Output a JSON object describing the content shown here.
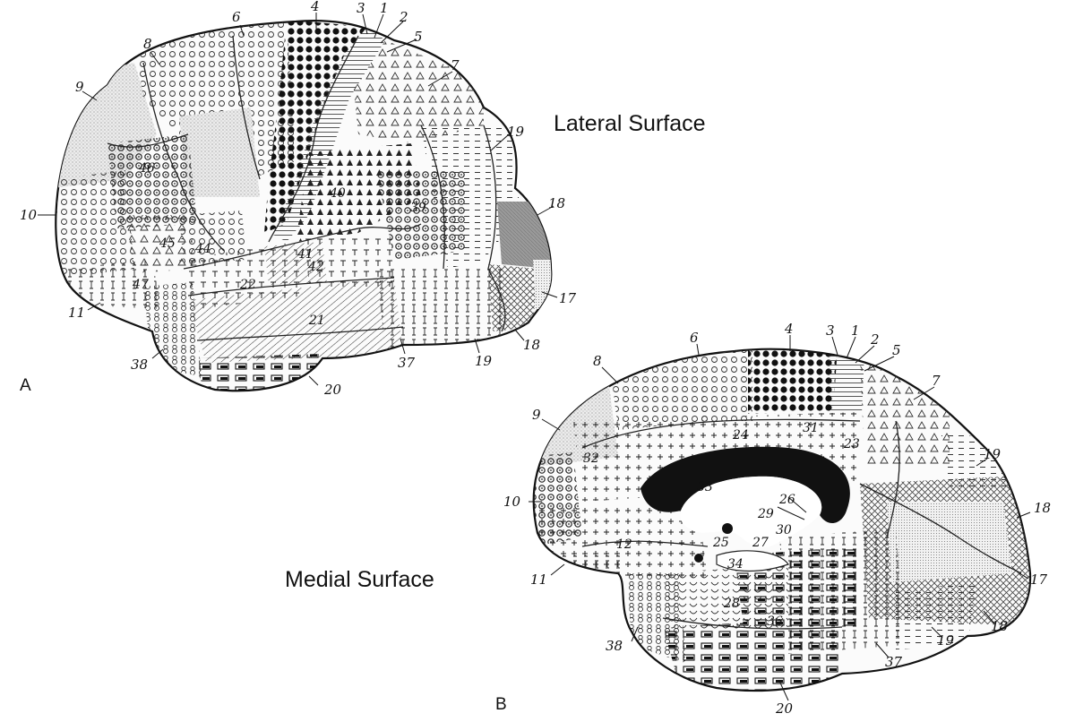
{
  "captions": {
    "lateral": "Lateral Surface",
    "medial": "Medial Surface",
    "panel_a": "A",
    "panel_b": "B"
  },
  "lateral_labels": [
    "4",
    "3",
    "1",
    "2",
    "5",
    "6",
    "8",
    "7",
    "9",
    "19",
    "46",
    "40",
    "39",
    "10",
    "18",
    "45",
    "44",
    "41",
    "42",
    "22",
    "47",
    "17",
    "11",
    "21",
    "38",
    "37",
    "19",
    "18",
    "20"
  ],
  "medial_labels": [
    "4",
    "3",
    "1",
    "2",
    "5",
    "6",
    "8",
    "7",
    "9",
    "24",
    "31",
    "23",
    "19",
    "32",
    "33",
    "26",
    "10",
    "29",
    "30",
    "18",
    "25",
    "27",
    "12",
    "11",
    "34",
    "17",
    "28",
    "36",
    "38",
    "18",
    "19",
    "37",
    "20"
  ]
}
